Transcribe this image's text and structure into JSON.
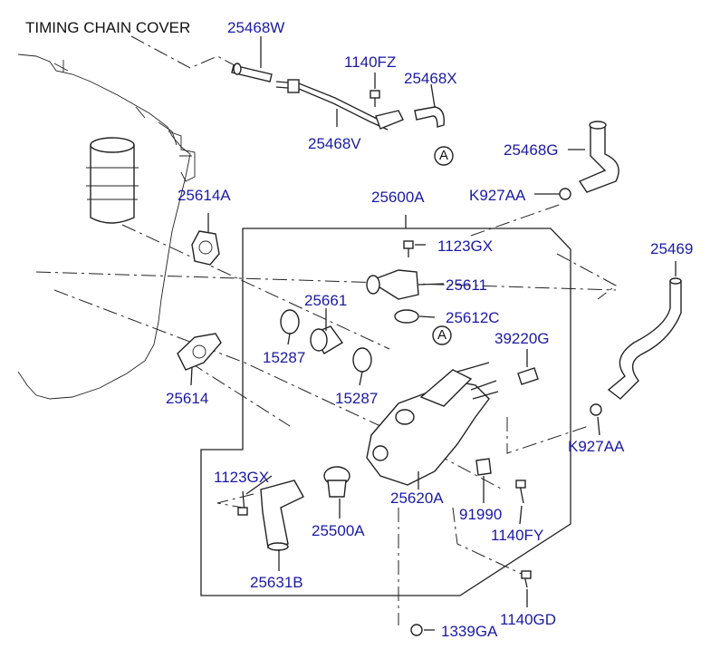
{
  "title": "TIMING CHAIN COVER",
  "parts": {
    "p25468W": "25468W",
    "p1140FZ": "1140FZ",
    "p25468X": "25468X",
    "p25468V": "25468V",
    "p25468G": "25468G",
    "pK927AA_top": "K927AA",
    "p25614A": "25614A",
    "p25600A": "25600A",
    "p1123GX_top": "1123GX",
    "p25469": "25469",
    "p25611": "25611",
    "p25661": "25661",
    "p25612C": "25612C",
    "p39220G": "39220G",
    "p15287_a": "15287",
    "p15287_b": "15287",
    "p25614": "25614",
    "pK927AA_bot": "K927AA",
    "p1123GX_bot": "1123GX",
    "p25620A": "25620A",
    "p91990": "91990",
    "p25500A": "25500A",
    "p1140FY": "1140FY",
    "p25631B": "25631B",
    "p1140GD": "1140GD",
    "p1339GA": "1339GA"
  },
  "markers": {
    "a_top": "A",
    "a_mid": "A"
  },
  "colors": {
    "label": "#1a1aa6",
    "line": "#222222",
    "background": "#ffffff"
  }
}
